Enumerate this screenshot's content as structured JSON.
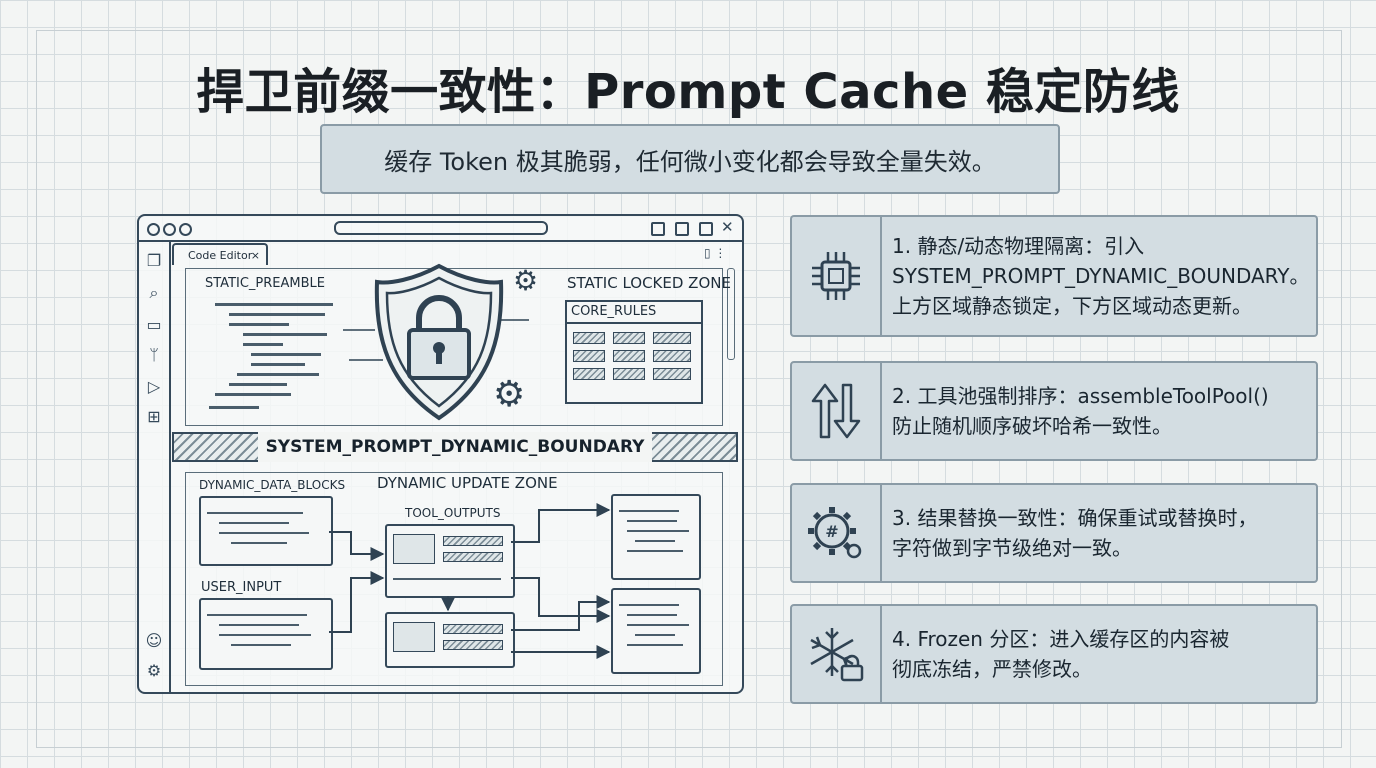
{
  "title": "捍卫前缀一致性：Prompt Cache 稳定防线",
  "subtitle": "缓存 Token 极其脆弱，任何微小变化都会导致全量失效。",
  "editor": {
    "tab_label": "Code Editor",
    "tab_close": "×",
    "static_preamble": "STATIC_PREAMBLE",
    "static_locked_zone": "STATIC LOCKED ZONE",
    "core_rules": "CORE_RULES",
    "boundary": "SYSTEM_PROMPT_DYNAMIC_BOUNDARY",
    "dynamic_data_blocks": "DYNAMIC_DATA_BLOCKS",
    "dynamic_update_zone": "DYNAMIC UPDATE ZONE",
    "tool_outputs": "TOOL_OUTPUTS",
    "user_input": "USER_INPUT"
  },
  "cards": [
    {
      "icon": "chip-icon",
      "lines": [
        "1. 静态/动态物理隔离：引入",
        "SYSTEM_PROMPT_DYNAMIC_BOUNDARY。",
        "上方区域静态锁定，下方区域动态更新。"
      ]
    },
    {
      "icon": "sort-arrows-icon",
      "lines": [
        "2. 工具池强制排序：assembleToolPool()",
        "防止随机顺序破坏哈希一致性。"
      ]
    },
    {
      "icon": "gear-hash-icon",
      "lines": [
        "3. 结果替换一致性：确保重试或替换时，",
        "字符做到字节级绝对一致。"
      ]
    },
    {
      "icon": "snowflake-lock-icon",
      "lines": [
        "4. Frozen 分区：进入缓存区的内容被",
        "彻底冻结，严禁修改。"
      ]
    }
  ],
  "colors": {
    "ink": "#35495a",
    "card_bg": "#d3dde2",
    "card_border": "#8a9ba6"
  }
}
